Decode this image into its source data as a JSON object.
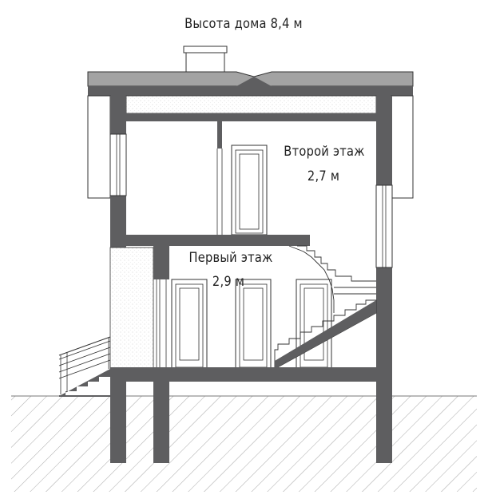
{
  "labels": {
    "house_height": "Высота дома 8,4 м",
    "second_floor": "Второй этаж",
    "second_floor_height": "2,7 м",
    "first_floor": "Первый этаж",
    "first_floor_height": "2,9 м"
  },
  "colors": {
    "wall": "#5e5e60",
    "roof": "#a3a3a3",
    "line": "#333333",
    "hatch": "#9a9a9a"
  }
}
